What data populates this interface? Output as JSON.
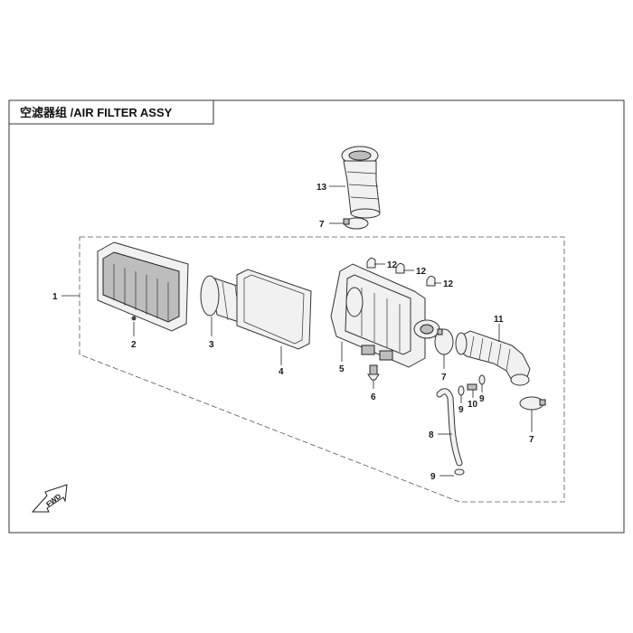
{
  "title": "空滤器组 /AIR FILTER ASSY",
  "fwd_label": "FWD",
  "callouts": {
    "c1": "1",
    "c2": "2",
    "c3": "3",
    "c4": "4",
    "c5": "5",
    "c6": "6",
    "c7_top": "7",
    "c7_mid": "7",
    "c7_right": "7",
    "c8": "8",
    "c9_a": "9",
    "c9_b": "9",
    "c9_bottom": "9",
    "c10": "10",
    "c11": "11",
    "c12_a": "12",
    "c12_b": "12",
    "c12_c": "12",
    "c13": "13"
  }
}
